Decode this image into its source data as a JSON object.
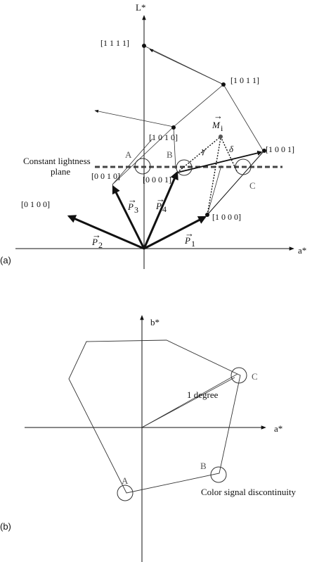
{
  "panel_a": {
    "tag": "(a)",
    "axis_y": "L*",
    "axis_x": "a*",
    "vertices": {
      "v1111": "[1 1 1 1]",
      "v1011": "[1 0 1 1]",
      "v1010": "[1 0 1 0]",
      "v1001": "[1 0 0 1]",
      "v0010": "[0 0 1 0]",
      "v0001": "[0 0 0 1]",
      "v0100": "[0 1 0 0]",
      "v1000": "[1 0 0 0]"
    },
    "vectors": {
      "p1": "P",
      "p1_sub": "1",
      "p2": "P",
      "p2_sub": "2",
      "p3": "P",
      "p3_sub": "3",
      "p4": "P",
      "p4_sub": "4",
      "mi": "M",
      "mi_sub": "i"
    },
    "angles": {
      "gamma": "γ",
      "delta": "δ"
    },
    "points": {
      "A": "A",
      "B": "B",
      "C": "C"
    },
    "plane_label_line1": "Constant lightness",
    "plane_label_line2": "plane"
  },
  "panel_b": {
    "tag": "(b)",
    "axis_y": "b*",
    "axis_x": "a*",
    "points": {
      "A": "A",
      "B": "B",
      "C": "C"
    },
    "angle_label": "1 degree",
    "note": "Color signal discontinuity"
  }
}
